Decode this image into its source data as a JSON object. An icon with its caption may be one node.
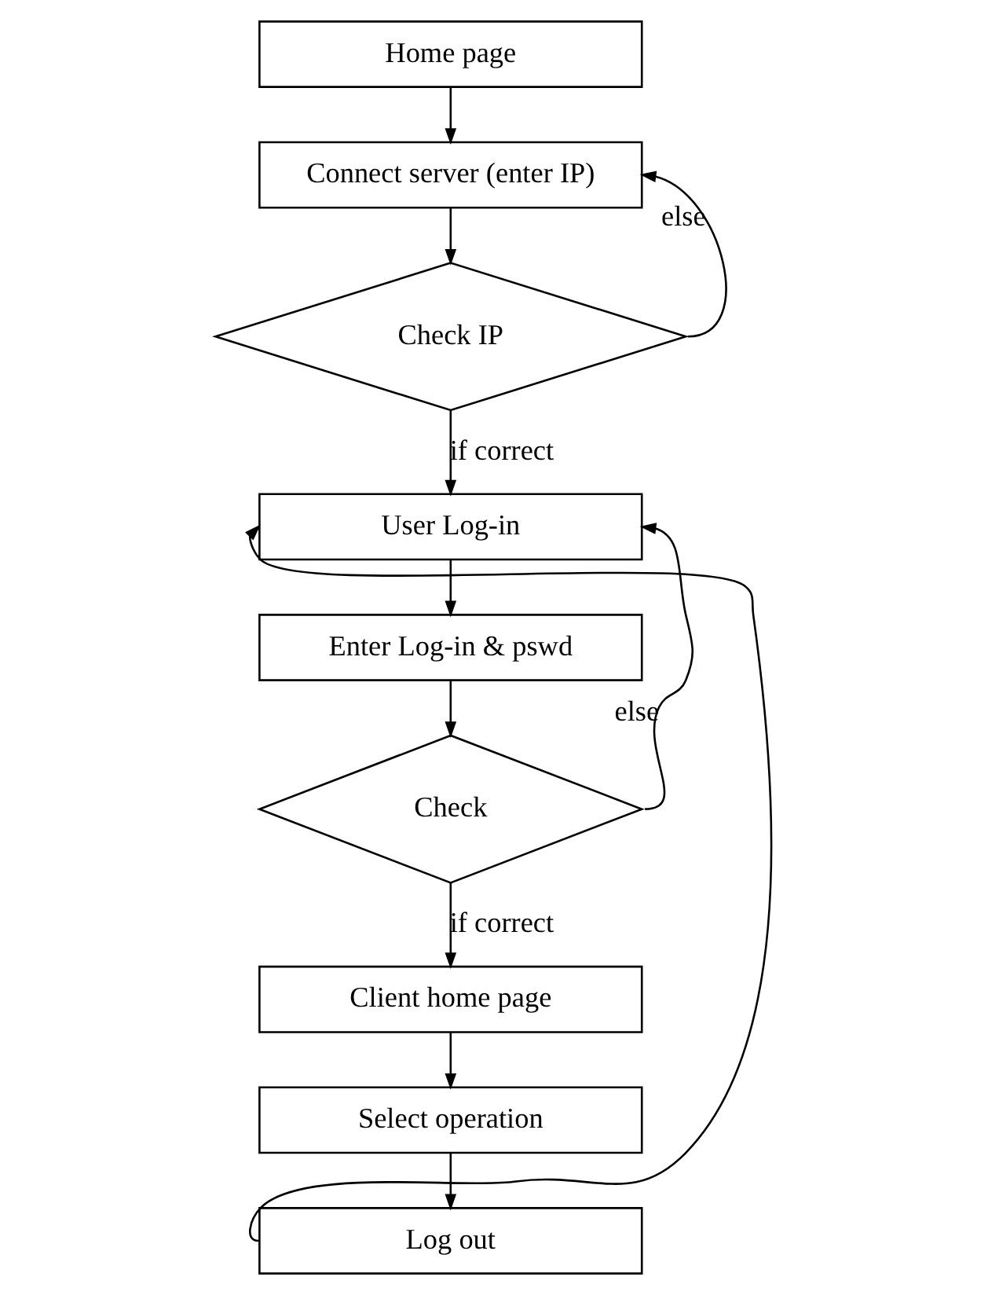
{
  "diagram": {
    "nodes": [
      {
        "text": [
          "Home page"
        ]
      },
      {
        "text": [
          "Connect server (enter IP)"
        ]
      },
      {
        "text": [
          "Check IP"
        ]
      },
      {
        "text": [
          "User Log-in"
        ]
      },
      {
        "text": [
          "Enter Log-in & pswd"
        ]
      },
      {
        "text": [
          "Check"
        ]
      },
      {
        "text": [
          "Client home page"
        ]
      },
      {
        "text": [
          "Select operation"
        ]
      },
      {
        "text": [
          "Log out"
        ]
      }
    ],
    "edges": [
      {
        "from": 0,
        "to": 1,
        "arrow": "to"
      },
      {
        "from": 1,
        "to": 2,
        "arrow": "to"
      },
      {
        "from": 2,
        "to": 1,
        "arrow": "to",
        "label": "else"
      },
      {
        "from": 2,
        "to": 3,
        "arrow": "to",
        "label": "if correct"
      },
      {
        "from": 3,
        "to": 4,
        "arrow": "to"
      },
      {
        "from": 4,
        "to": 5,
        "arrow": "to"
      },
      {
        "from": 5,
        "to": 3,
        "arrow": "to",
        "label": "else"
      },
      {
        "from": 5,
        "to": 6,
        "arrow": "to",
        "label": "if correct"
      },
      {
        "from": 6,
        "to": 7,
        "arrow": "to"
      },
      {
        "from": 7,
        "to": 8,
        "arrow": "to"
      },
      {
        "from": 8,
        "to": 3,
        "arrow": "to"
      }
    ]
  }
}
